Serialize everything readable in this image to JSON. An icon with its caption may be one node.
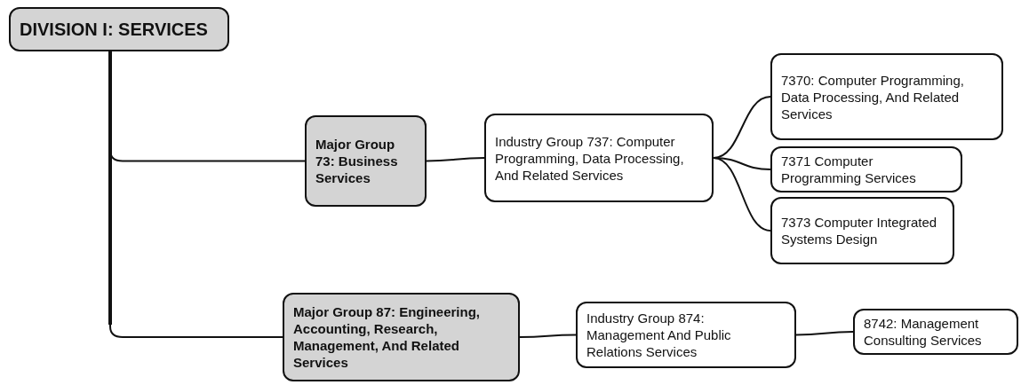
{
  "diagram": {
    "nodes": [
      {
        "text": [
          "DIVISION I: SERVICES"
        ]
      },
      {
        "text": [
          "Major Group 73: Business Services"
        ]
      },
      {
        "text": [
          "Industry Group 737: Computer Programming, Data Processing, And Related Services"
        ]
      },
      {
        "text": [
          "7370: Computer Programming, Data Processing, And Related Services"
        ]
      },
      {
        "text": [
          "7371 Computer Programming Services"
        ]
      },
      {
        "text": [
          "7373 Computer Integrated Systems Design"
        ]
      },
      {
        "text": [
          "Major Group 87: Engineering, Accounting, Research, Management, And Related Services"
        ]
      },
      {
        "text": [
          "Industry Group 874: Management And Public Relations Services"
        ]
      },
      {
        "text": [
          "8742: Management Consulting Services"
        ]
      }
    ],
    "edges": [
      {
        "from": 0,
        "to": 1,
        "arrow": "none"
      },
      {
        "from": 0,
        "to": 6,
        "arrow": "none"
      },
      {
        "from": 1,
        "to": 2,
        "arrow": "none"
      },
      {
        "from": 2,
        "to": 3,
        "arrow": "none"
      },
      {
        "from": 2,
        "to": 4,
        "arrow": "none"
      },
      {
        "from": 2,
        "to": 5,
        "arrow": "none"
      },
      {
        "from": 6,
        "to": 7,
        "arrow": "none"
      },
      {
        "from": 7,
        "to": 8,
        "arrow": "none"
      }
    ]
  }
}
